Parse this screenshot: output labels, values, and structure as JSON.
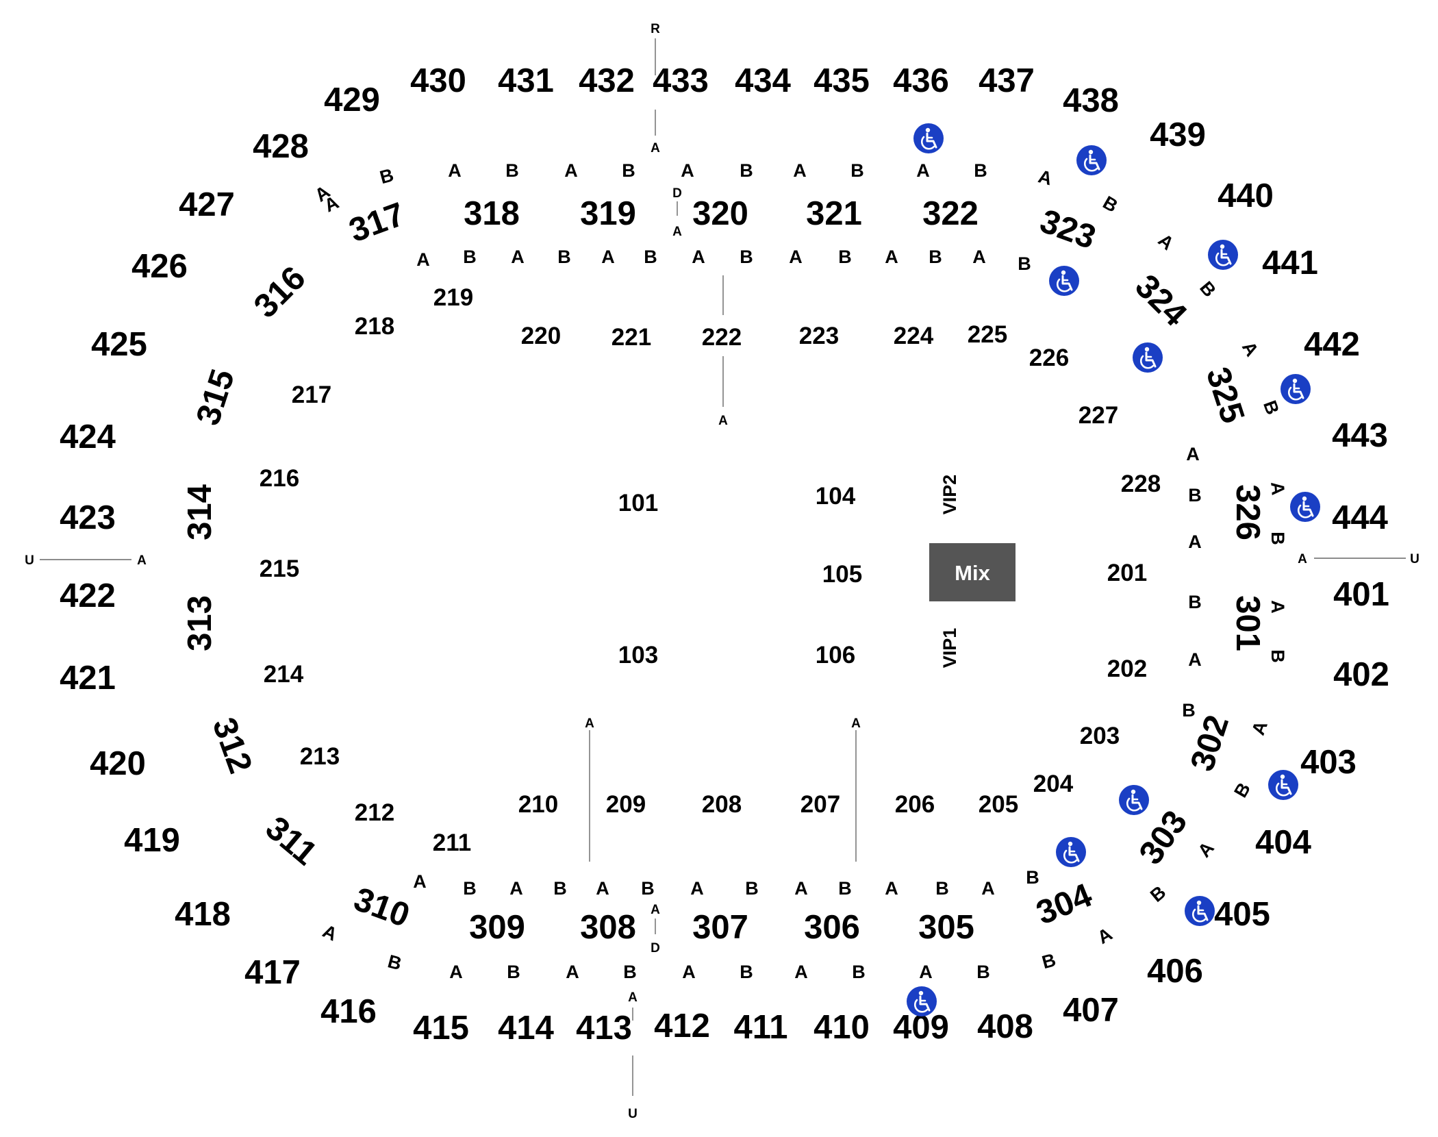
{
  "sections": {
    "s400": [
      "401",
      "402",
      "403",
      "404",
      "405",
      "406",
      "407",
      "408",
      "409",
      "410",
      "411",
      "412",
      "413",
      "414",
      "415",
      "416",
      "417",
      "418",
      "419",
      "420",
      "421",
      "422",
      "423",
      "424",
      "425",
      "426",
      "427",
      "428",
      "429",
      "430",
      "431",
      "432",
      "433",
      "434",
      "435",
      "436",
      "437",
      "438",
      "439",
      "440",
      "441",
      "442",
      "443",
      "444"
    ],
    "s300": [
      "301",
      "302",
      "303",
      "304",
      "305",
      "306",
      "307",
      "308",
      "309",
      "310",
      "311",
      "312",
      "313",
      "314",
      "315",
      "316",
      "317",
      "318",
      "319",
      "320",
      "321",
      "322",
      "323",
      "324",
      "325",
      "326"
    ],
    "s200": [
      "201",
      "202",
      "203",
      "204",
      "205",
      "206",
      "207",
      "208",
      "209",
      "210",
      "211",
      "212",
      "213",
      "214",
      "215",
      "216",
      "217",
      "218",
      "219",
      "220",
      "221",
      "222",
      "223",
      "224",
      "225",
      "226",
      "227",
      "228"
    ],
    "s100": [
      "101",
      "103",
      "104",
      "105",
      "106"
    ]
  },
  "rows": [
    "A",
    "B",
    "A",
    "B",
    "A",
    "B",
    "A",
    "B",
    "A",
    "B",
    "A",
    "B",
    "A",
    "B",
    "A",
    "B",
    "A",
    "B",
    "A",
    "B",
    "A",
    "B",
    "A",
    "B",
    "A",
    "B",
    "A",
    "B",
    "A",
    "B",
    "A",
    "B",
    "A",
    "B",
    "A",
    "B",
    "A",
    "B",
    "A",
    "B",
    "A",
    "B",
    "A",
    "B",
    "A",
    "B",
    "A",
    "B",
    "A",
    "B",
    "A",
    "B",
    "A",
    "B",
    "A",
    "B",
    "A",
    "B",
    "A",
    "B",
    "A",
    "B",
    "A",
    "B",
    "A",
    "B",
    "A",
    "B",
    "A",
    "B",
    "A",
    "B",
    "A",
    "B",
    "A",
    "B",
    "A",
    "B",
    "A",
    "B",
    "A",
    "B",
    "A",
    "B",
    "A",
    "B",
    "A",
    "B"
  ],
  "aisle_labels": [
    "R",
    "A",
    "D",
    "A",
    "A",
    "A",
    "A",
    "U",
    "A",
    "A",
    "U",
    "A",
    "D",
    "A",
    "U"
  ],
  "vip": [
    "VIP2",
    "VIP1"
  ],
  "mix_label": "Mix",
  "colors": {
    "accessible": "#1a3fc4",
    "mix_box": "#555555",
    "text": "#000000"
  },
  "icons": {
    "accessible": "wheelchair-icon"
  }
}
